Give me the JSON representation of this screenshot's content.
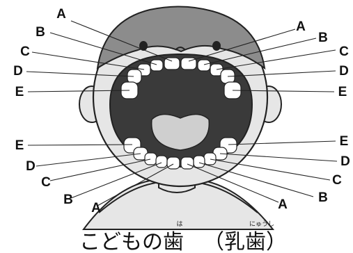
{
  "labels_left": [
    "A",
    "B",
    "C",
    "D",
    "E",
    "E",
    "D",
    "C",
    "B",
    "A"
  ],
  "labels_right": [
    "A",
    "B",
    "C",
    "D",
    "E",
    "E",
    "D",
    "C",
    "B",
    "A"
  ],
  "title": {
    "main": "こどもの歯",
    "sub": "（乳歯）",
    "ruby_ha": "は",
    "ruby_nyushi": "にゅうし"
  },
  "colors": {
    "skin": "#e6e6e6",
    "hair": "#8c8c8c",
    "mouth": "#3a3a3a",
    "tongue": "#cfcfcf",
    "tooth": "#ffffff",
    "outline": "#222222"
  }
}
